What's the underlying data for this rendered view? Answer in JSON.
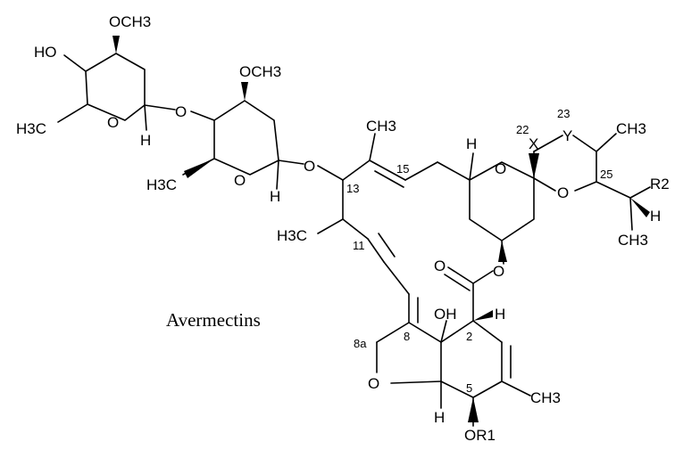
{
  "title": "Avermectins",
  "labels": {
    "och3_top": "OCH3",
    "ho": "HO",
    "h3c_left": "H3C",
    "o_ring1": "O",
    "h_ring1": "H",
    "o_link1": "O",
    "och3_mid": "OCH3",
    "h3c_ring2": "H3C",
    "o_ring2": "O",
    "h_ring2": "H",
    "o_link2": "O",
    "ch3_top": "CH3",
    "h3c_chain": "H3C",
    "h_spiro": "H",
    "o_spiro_ring": "O",
    "x_label": "X",
    "y_label": "Y",
    "ch3_right": "CH3",
    "o_right": "O",
    "r2": "R2",
    "h_right": "H",
    "ch3_bottom_right": "CH3",
    "o_ester": "O",
    "o_carbonyl": "O",
    "oh": "OH",
    "h_c2": "H",
    "o_furan": "O",
    "h_furan": "H",
    "ch3_ring": "CH3",
    "or1": "OR1"
  },
  "numbers": {
    "n13": "13",
    "n15": "15",
    "n11": "11",
    "n22": "22",
    "n23": "23",
    "n25": "25",
    "n8a": "8a",
    "n8": "8",
    "n2": "2",
    "n5": "5"
  },
  "colors": {
    "ink": "#000000",
    "background": "#ffffff"
  }
}
